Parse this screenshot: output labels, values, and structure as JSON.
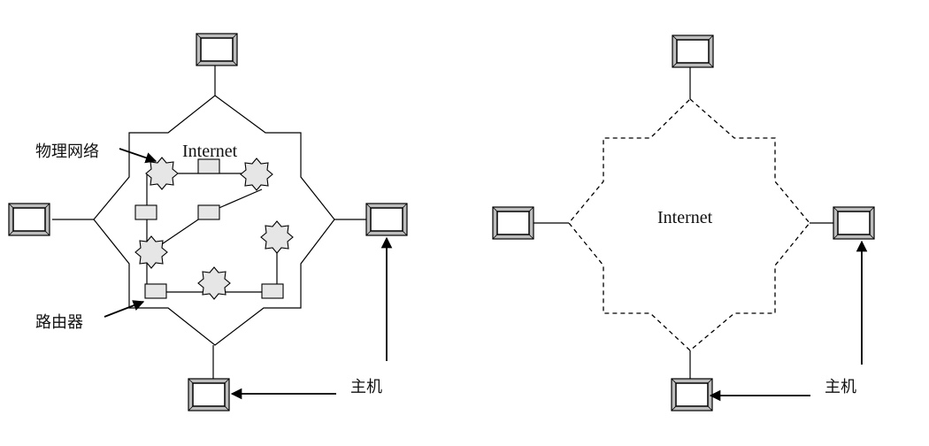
{
  "left": {
    "internet_label": "Internet",
    "physical_network_label": "物理网络",
    "router_label": "路由器",
    "host_label": "主机"
  },
  "right": {
    "internet_label": "Internet",
    "host_label": "主机"
  }
}
